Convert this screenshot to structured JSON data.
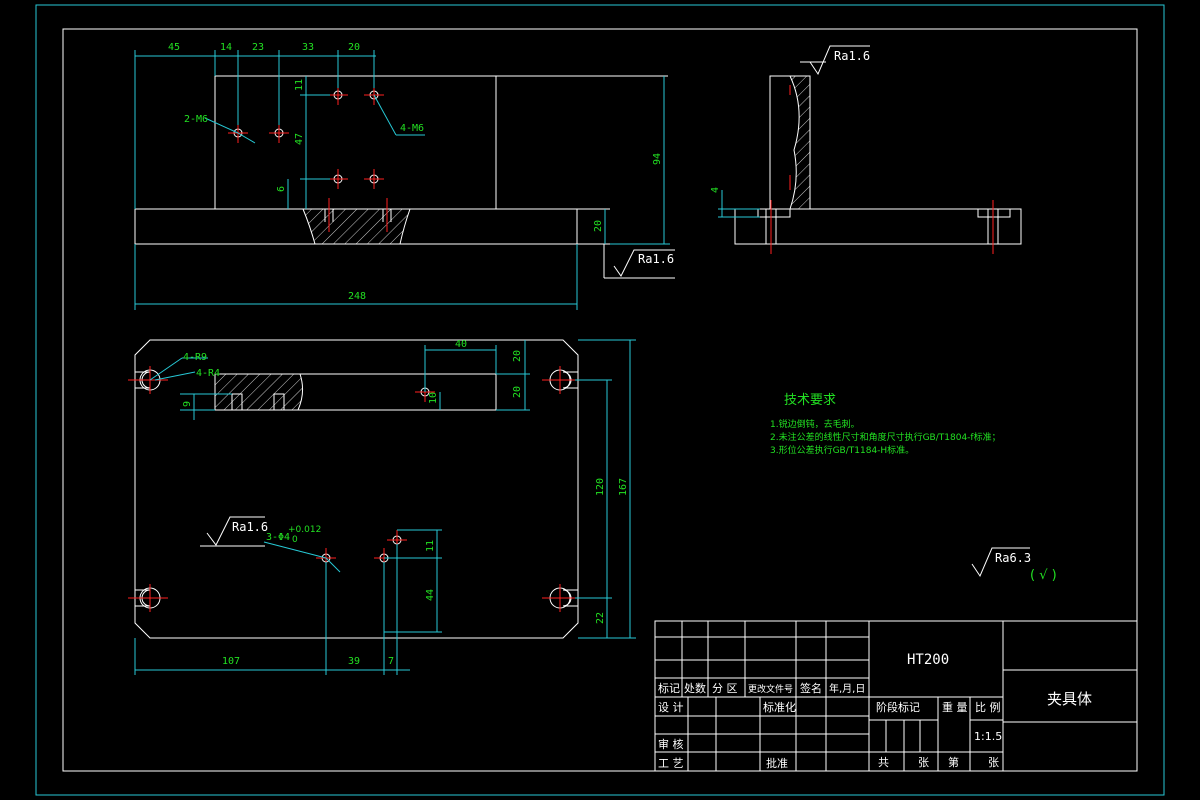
{
  "front_view": {
    "dims_top": [
      "45",
      "14",
      "23",
      "33",
      "20"
    ],
    "dims_side": [
      "11",
      "47",
      "6",
      "94",
      "20"
    ],
    "bottom_dim": "248",
    "hole_labels": [
      "2-M6",
      "4-M6"
    ],
    "roughness": "Ra1.6"
  },
  "side_view": {
    "dim": "4",
    "roughness": "Ra1.6"
  },
  "top_view": {
    "slot_labels": [
      "4-R9",
      "4-R4"
    ],
    "dims_right": [
      "20",
      "20",
      "120",
      "167",
      "22"
    ],
    "dim_40": "40",
    "dim_10": "10",
    "dim_9": "9",
    "dims_bottom": [
      "107",
      "39",
      "7"
    ],
    "dims_pin": [
      "11",
      "44"
    ],
    "pin_label": "3-Φ4",
    "pin_tol": "+0.012",
    "pin_tol_low": "0",
    "roughness": "Ra1.6"
  },
  "tech_requirements": {
    "title": "技术要求",
    "items": [
      "1.锐边倒钝，去毛刺。",
      "2.未注公差的线性尺寸和角度尺寸执行GB/T1804-f标准；",
      "3.形位公差执行GB/T1184-H标准。"
    ]
  },
  "general_roughness": {
    "value": "Ra6.3",
    "paren": "( √ )"
  },
  "title_block": {
    "material": "HT200",
    "part_name": "夹具体",
    "scale": "1:1.5",
    "header_row": [
      "标记",
      "处数",
      "分 区",
      "更改文件号",
      "签名",
      "年,月,日"
    ],
    "design": "设 计",
    "standardize": "标准化",
    "stage_mark": "阶段标记",
    "weight": "重 量",
    "ratio": "比 例",
    "review": "审 核",
    "process": "工 艺",
    "approve": "批准",
    "total": "共",
    "sheet": "张",
    "page": "第",
    "page_unit": "张"
  }
}
